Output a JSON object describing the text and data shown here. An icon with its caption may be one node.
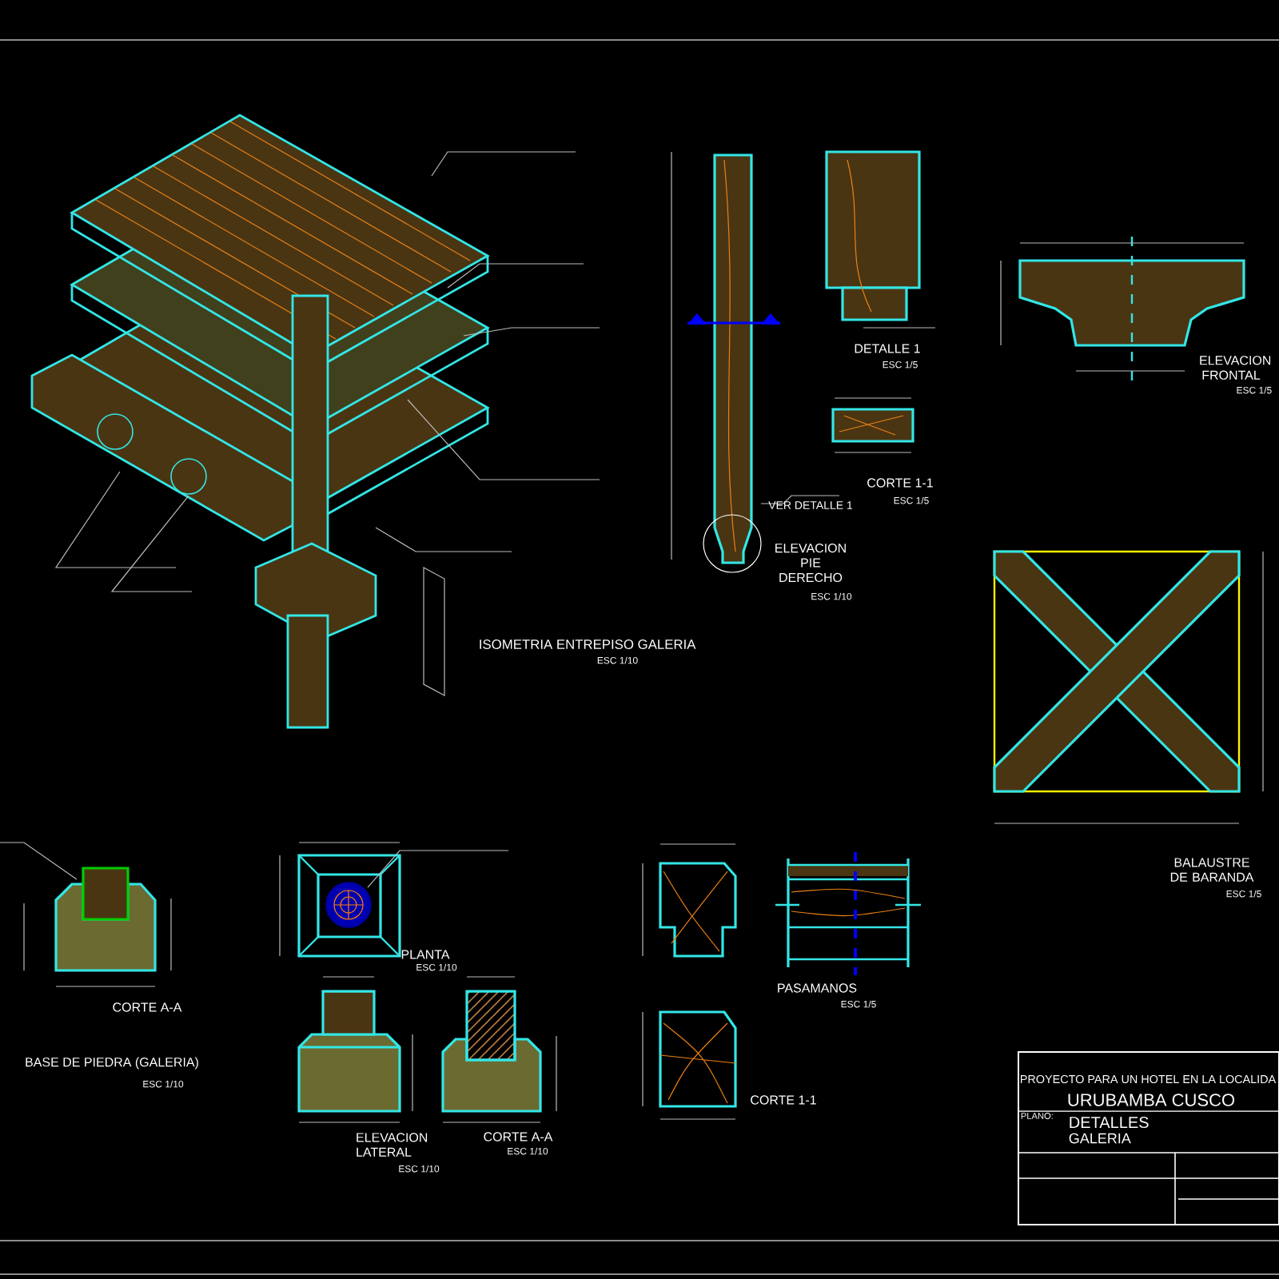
{
  "diagram": {
    "labels": [
      "ISOMETRIA ENTREPISO GALERIA",
      "ESC 1/10",
      "DETALLE 1",
      "ESC 1/5",
      "CORTE 1-1",
      "ESC 1/5",
      "VER DETALLE 1",
      "ELEVACION PIE DERECHO",
      "ESC 1/10",
      "ELEVACION FRONTAL",
      "ESC 1/5",
      "BALAUSTRE DE BARANDA",
      "ESC 1/5",
      "CORTE A-A",
      "BASE DE PIEDRA (GALERIA)",
      "ESC 1/10",
      "PLANTA",
      "ESC 1/10",
      "ELEVACION LATERAL",
      "ESC 1/10",
      "CORTE A-A",
      "ESC 1/10",
      "PASAMANOS",
      "ESC 1/5",
      "CORTE 1-1",
      "PROYECTO PARA UN HOTEL EN LA LOCALIDA",
      "URUBAMBA CUSCO",
      "PLANO:",
      "DETALLES",
      "GALERIA"
    ]
  }
}
